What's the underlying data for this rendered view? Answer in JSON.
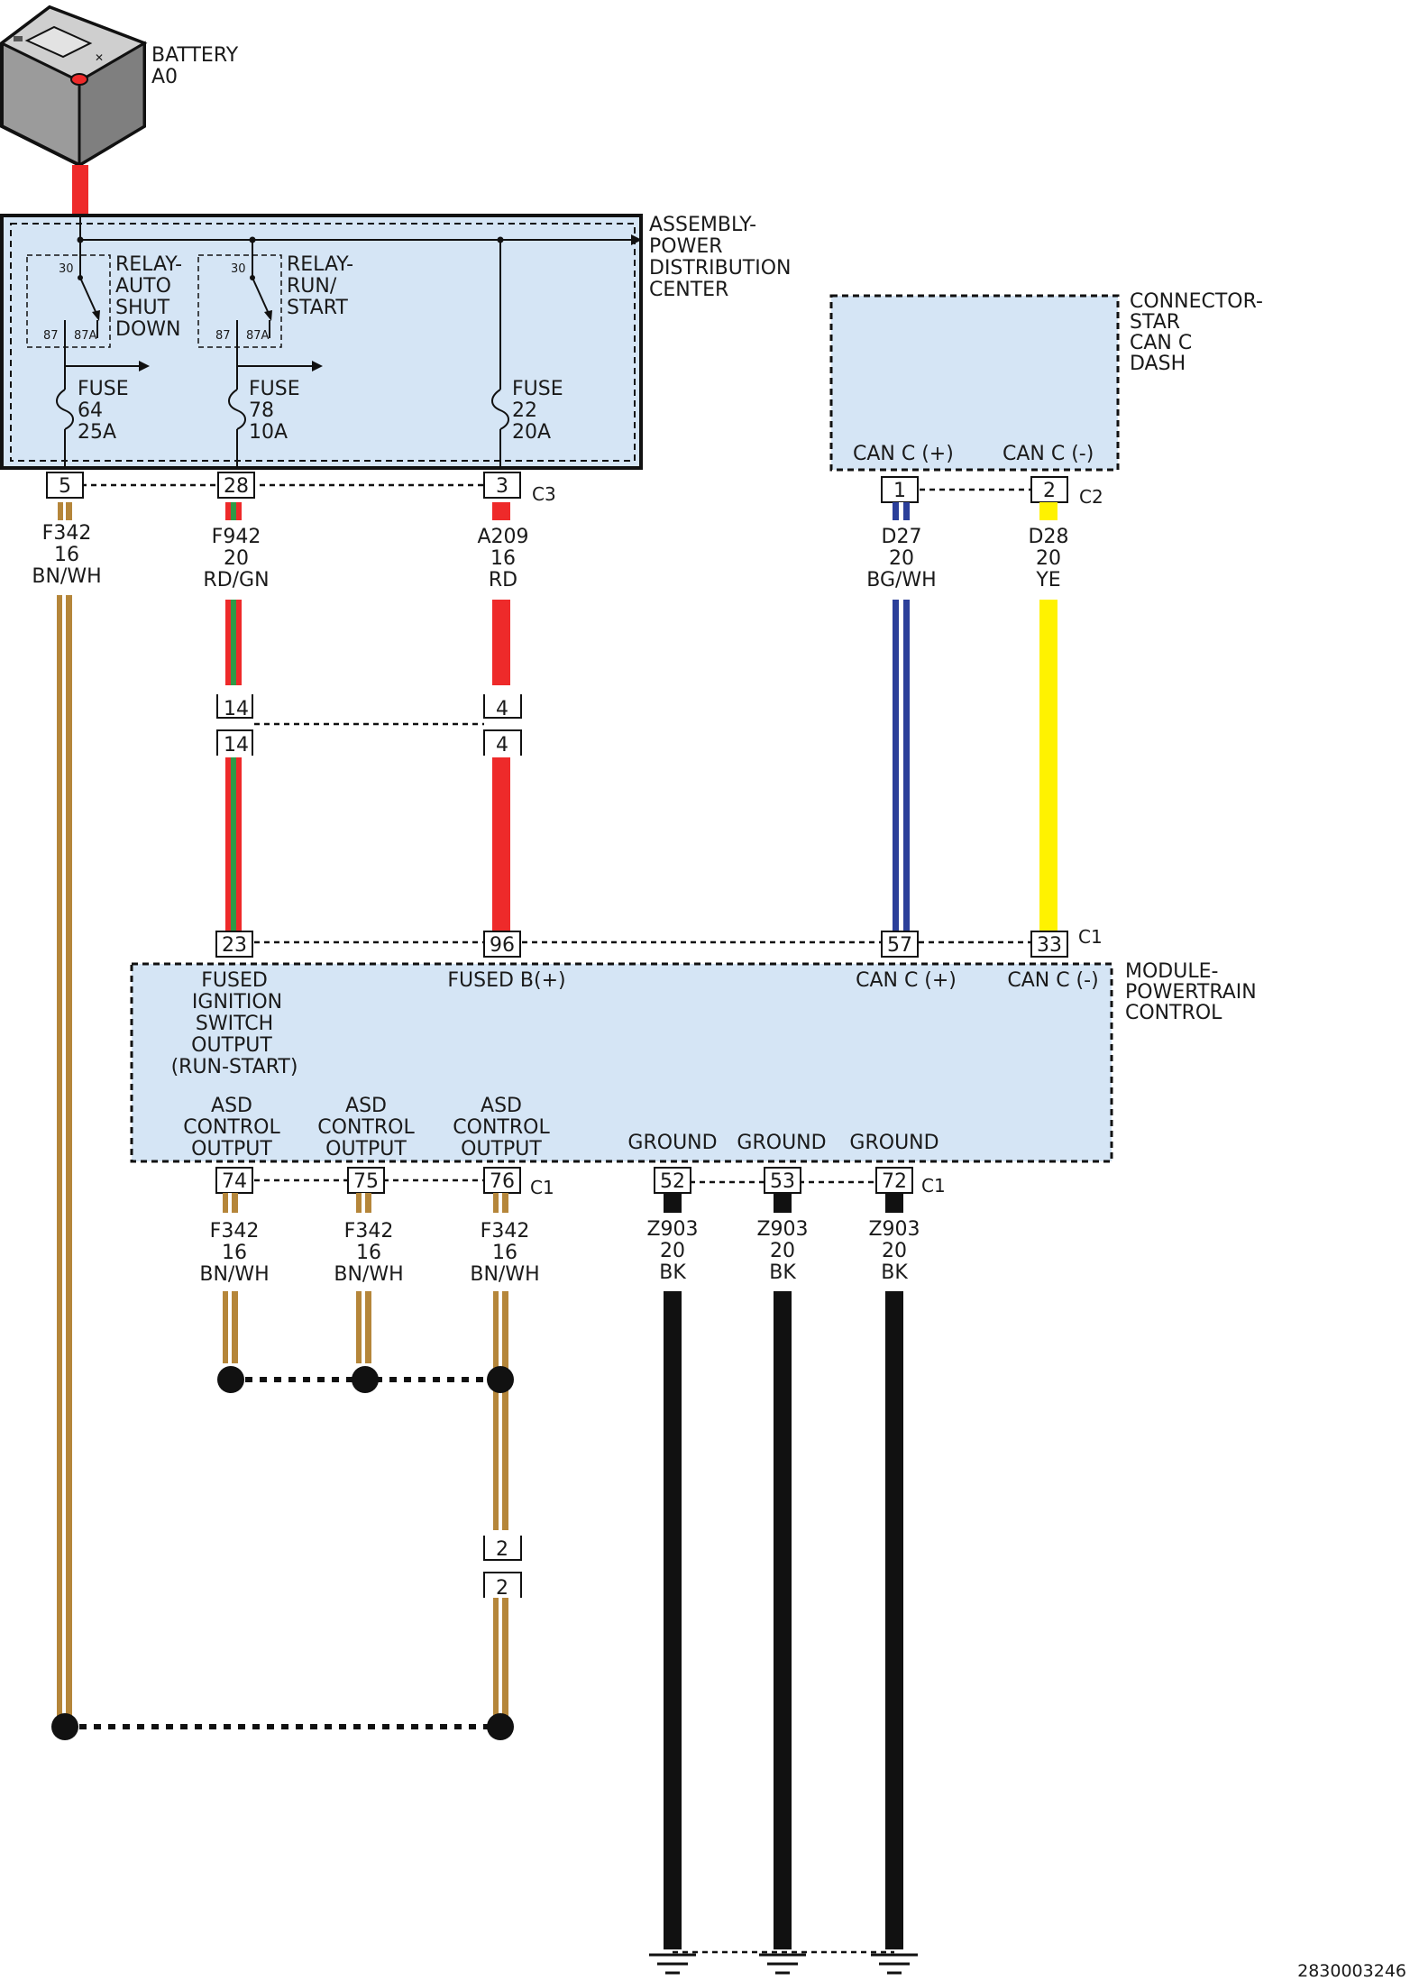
{
  "battery": {
    "name": "BATTERY",
    "code": "A0"
  },
  "pdc": {
    "name_lines": [
      "ASSEMBLY-",
      "POWER",
      "DISTRIBUTION",
      "CENTER"
    ],
    "connector": "C3",
    "relay1": {
      "lines": [
        "RELAY-",
        "AUTO",
        "SHUT",
        "DOWN"
      ],
      "pin30": "30",
      "pin87": "87",
      "pin87a": "87A"
    },
    "relay2": {
      "lines": [
        "RELAY-",
        "RUN/",
        "START"
      ],
      "pin30": "30",
      "pin87": "87",
      "pin87a": "87A"
    },
    "fuse1": [
      "FUSE",
      "64",
      "25A"
    ],
    "fuse2": [
      "FUSE",
      "78",
      "10A"
    ],
    "fuse3": [
      "FUSE",
      "22",
      "20A"
    ],
    "pins": [
      "5",
      "28",
      "3"
    ]
  },
  "star": {
    "name_lines": [
      "CONNECTOR-",
      "STAR",
      "CAN C",
      "DASH"
    ],
    "connector": "C2",
    "term1": "CAN C (+)",
    "term2": "CAN C (-)",
    "pins": [
      "1",
      "2"
    ]
  },
  "wires_top": [
    {
      "circuit": "F342",
      "gauge": "16",
      "color": "BN/WH"
    },
    {
      "circuit": "F942",
      "gauge": "20",
      "color": "RD/GN"
    },
    {
      "circuit": "A209",
      "gauge": "16",
      "color": "RD"
    },
    {
      "circuit": "D27",
      "gauge": "20",
      "color": "BG/WH"
    },
    {
      "circuit": "D28",
      "gauge": "20",
      "color": "YE"
    }
  ],
  "inline": {
    "pinA": "14",
    "pinB": "4"
  },
  "pcm": {
    "name_lines": [
      "MODULE-",
      "POWERTRAIN",
      "CONTROL"
    ],
    "connector_top": "C1",
    "top_pins": [
      "23",
      "96",
      "57",
      "33"
    ],
    "fused_ign": [
      "FUSED",
      "IGNITION",
      "SWITCH",
      "OUTPUT",
      "(RUN-START)"
    ],
    "fused_b": "FUSED B(+)",
    "can_plus": "CAN C (+)",
    "can_minus": "CAN C (-)",
    "asd": [
      "ASD",
      "CONTROL",
      "OUTPUT"
    ],
    "ground": "GROUND",
    "bottom_pins_asd": [
      "74",
      "75",
      "76"
    ],
    "bottom_pins_gnd": [
      "52",
      "53",
      "72"
    ],
    "connector_bottom": "C1"
  },
  "wires_bottom": [
    {
      "circuit": "F342",
      "gauge": "16",
      "color": "BN/WH"
    },
    {
      "circuit": "Z903",
      "gauge": "20",
      "color": "BK"
    }
  ],
  "lower_inline": {
    "pin": "2"
  },
  "figure_id": "2830003246",
  "colors": {
    "box_fill": "#d5e5f5",
    "red": "#ee2a2a",
    "green": "#2e9a47",
    "brown": "#b5863a",
    "blue": "#2b3f9a",
    "yellow": "#fff200",
    "black": "#111111"
  }
}
